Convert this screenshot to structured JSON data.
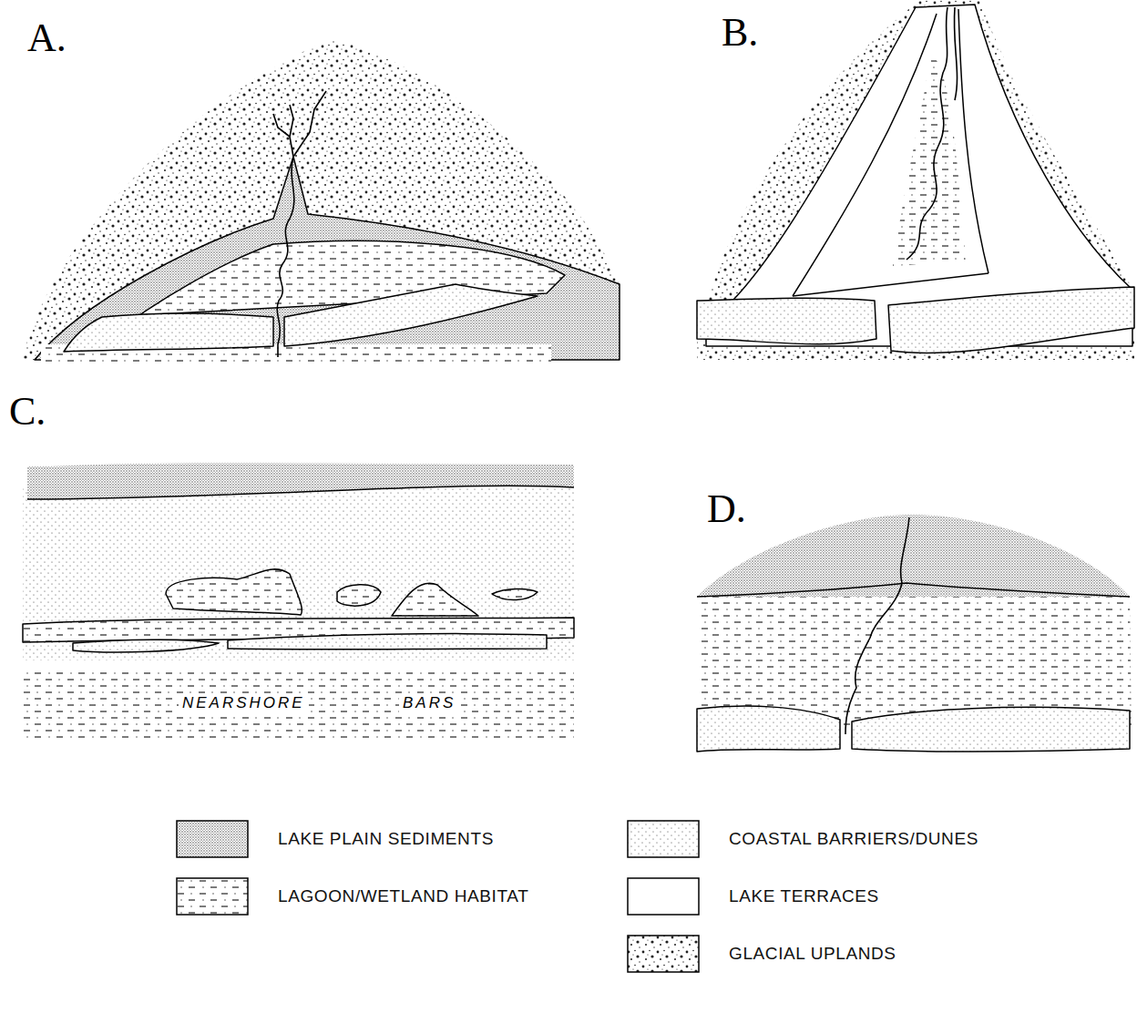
{
  "diagram": {
    "labels": [
      "A.",
      "B.",
      "C.",
      "D.",
      "NEARSHORE",
      "BARS"
    ],
    "legend": [
      {
        "text": "LAKE PLAIN SEDIMENTS"
      },
      {
        "text": "COASTAL BARRIERS/DUNES"
      },
      {
        "text": "LAGOON/WETLAND HABITAT"
      },
      {
        "text": "LAKE TERRACES"
      },
      {
        "text": "GLACIAL UPLANDS"
      }
    ]
  }
}
